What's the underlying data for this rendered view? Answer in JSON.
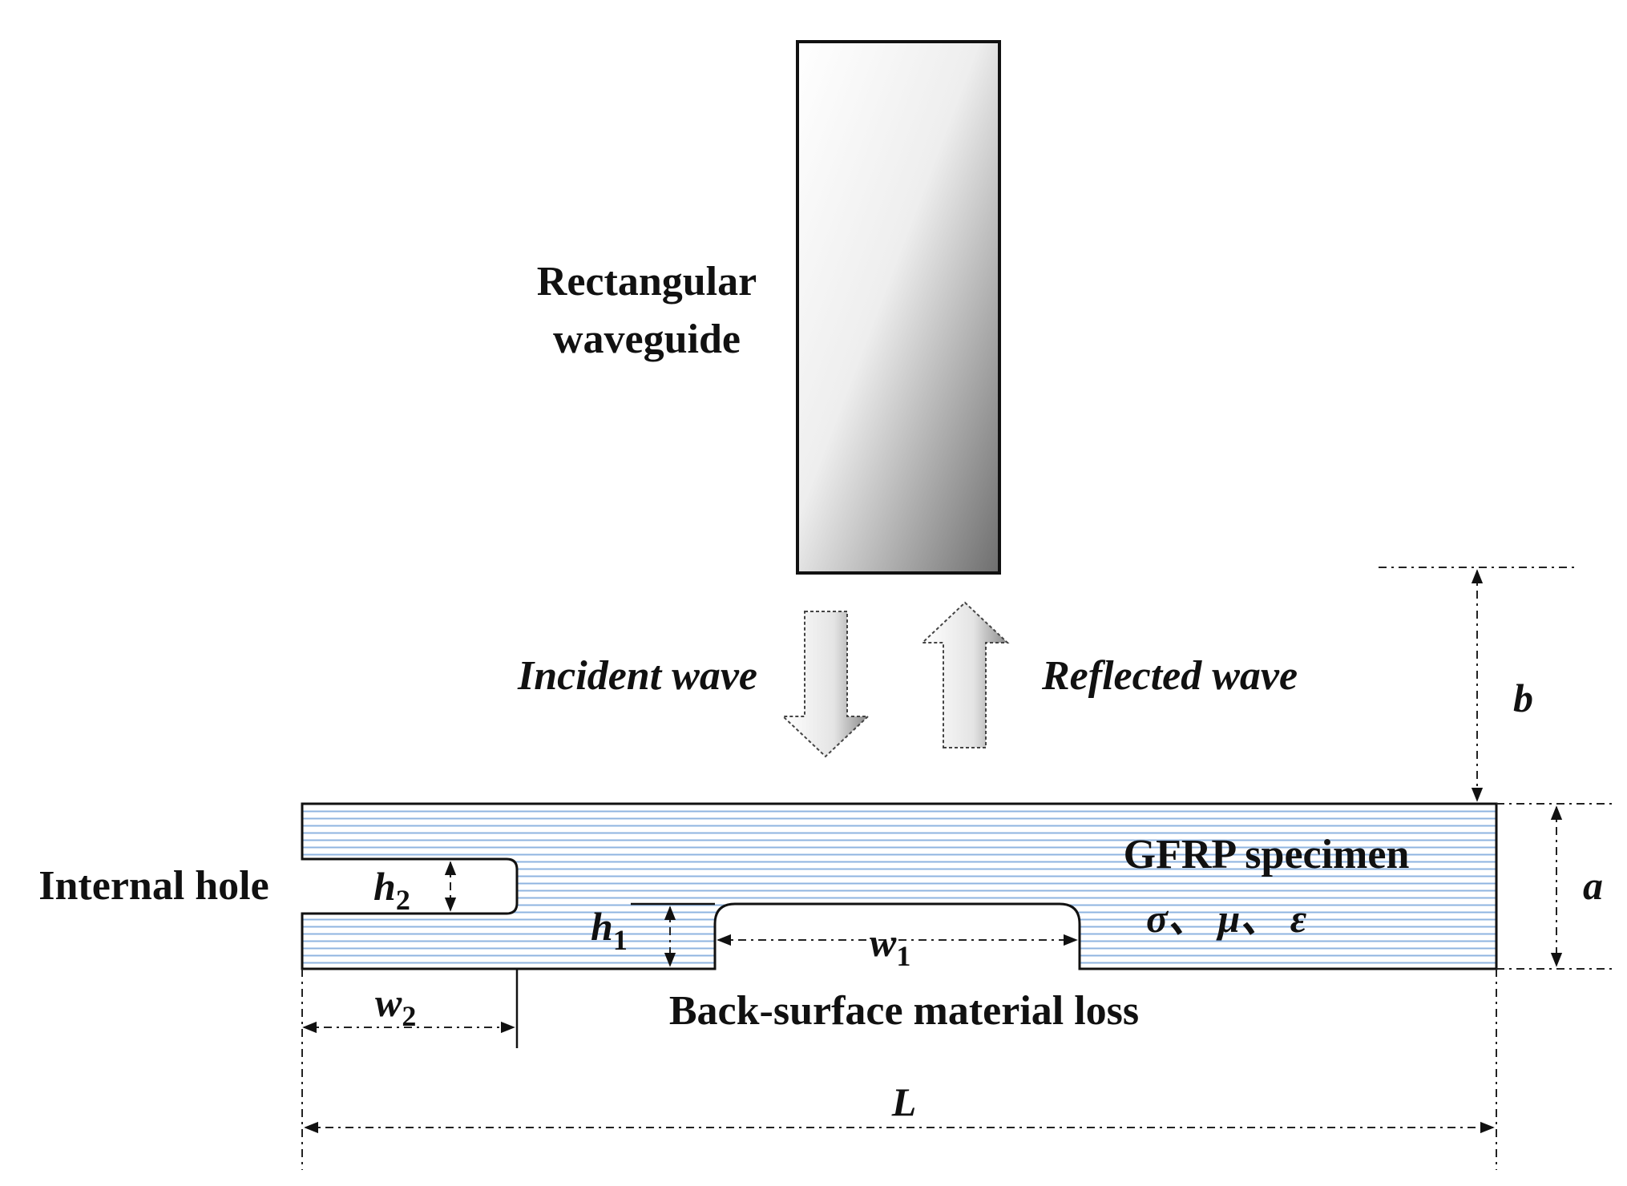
{
  "labels": {
    "waveguide_line1": "Rectangular",
    "waveguide_line2": "waveguide",
    "incident": "Incident wave",
    "reflected": "Reflected wave",
    "specimen": "GFRP specimen",
    "properties": "σ、 μ、 ε",
    "internal_hole": "Internal hole",
    "material_loss": "Back-surface material loss"
  },
  "dimensions": {
    "a": "a",
    "b": "b",
    "L": "L",
    "h1": "h",
    "h1_sub": "1",
    "h2": "h",
    "h2_sub": "2",
    "w1": "w",
    "w1_sub": "1",
    "w2": "w",
    "w2_sub": "2"
  },
  "colors": {
    "specimen_hatch": "#8fb4e0",
    "outline": "#111111",
    "waveguide_light": "#ffffff",
    "waveguide_dark": "#6e6e6e"
  }
}
